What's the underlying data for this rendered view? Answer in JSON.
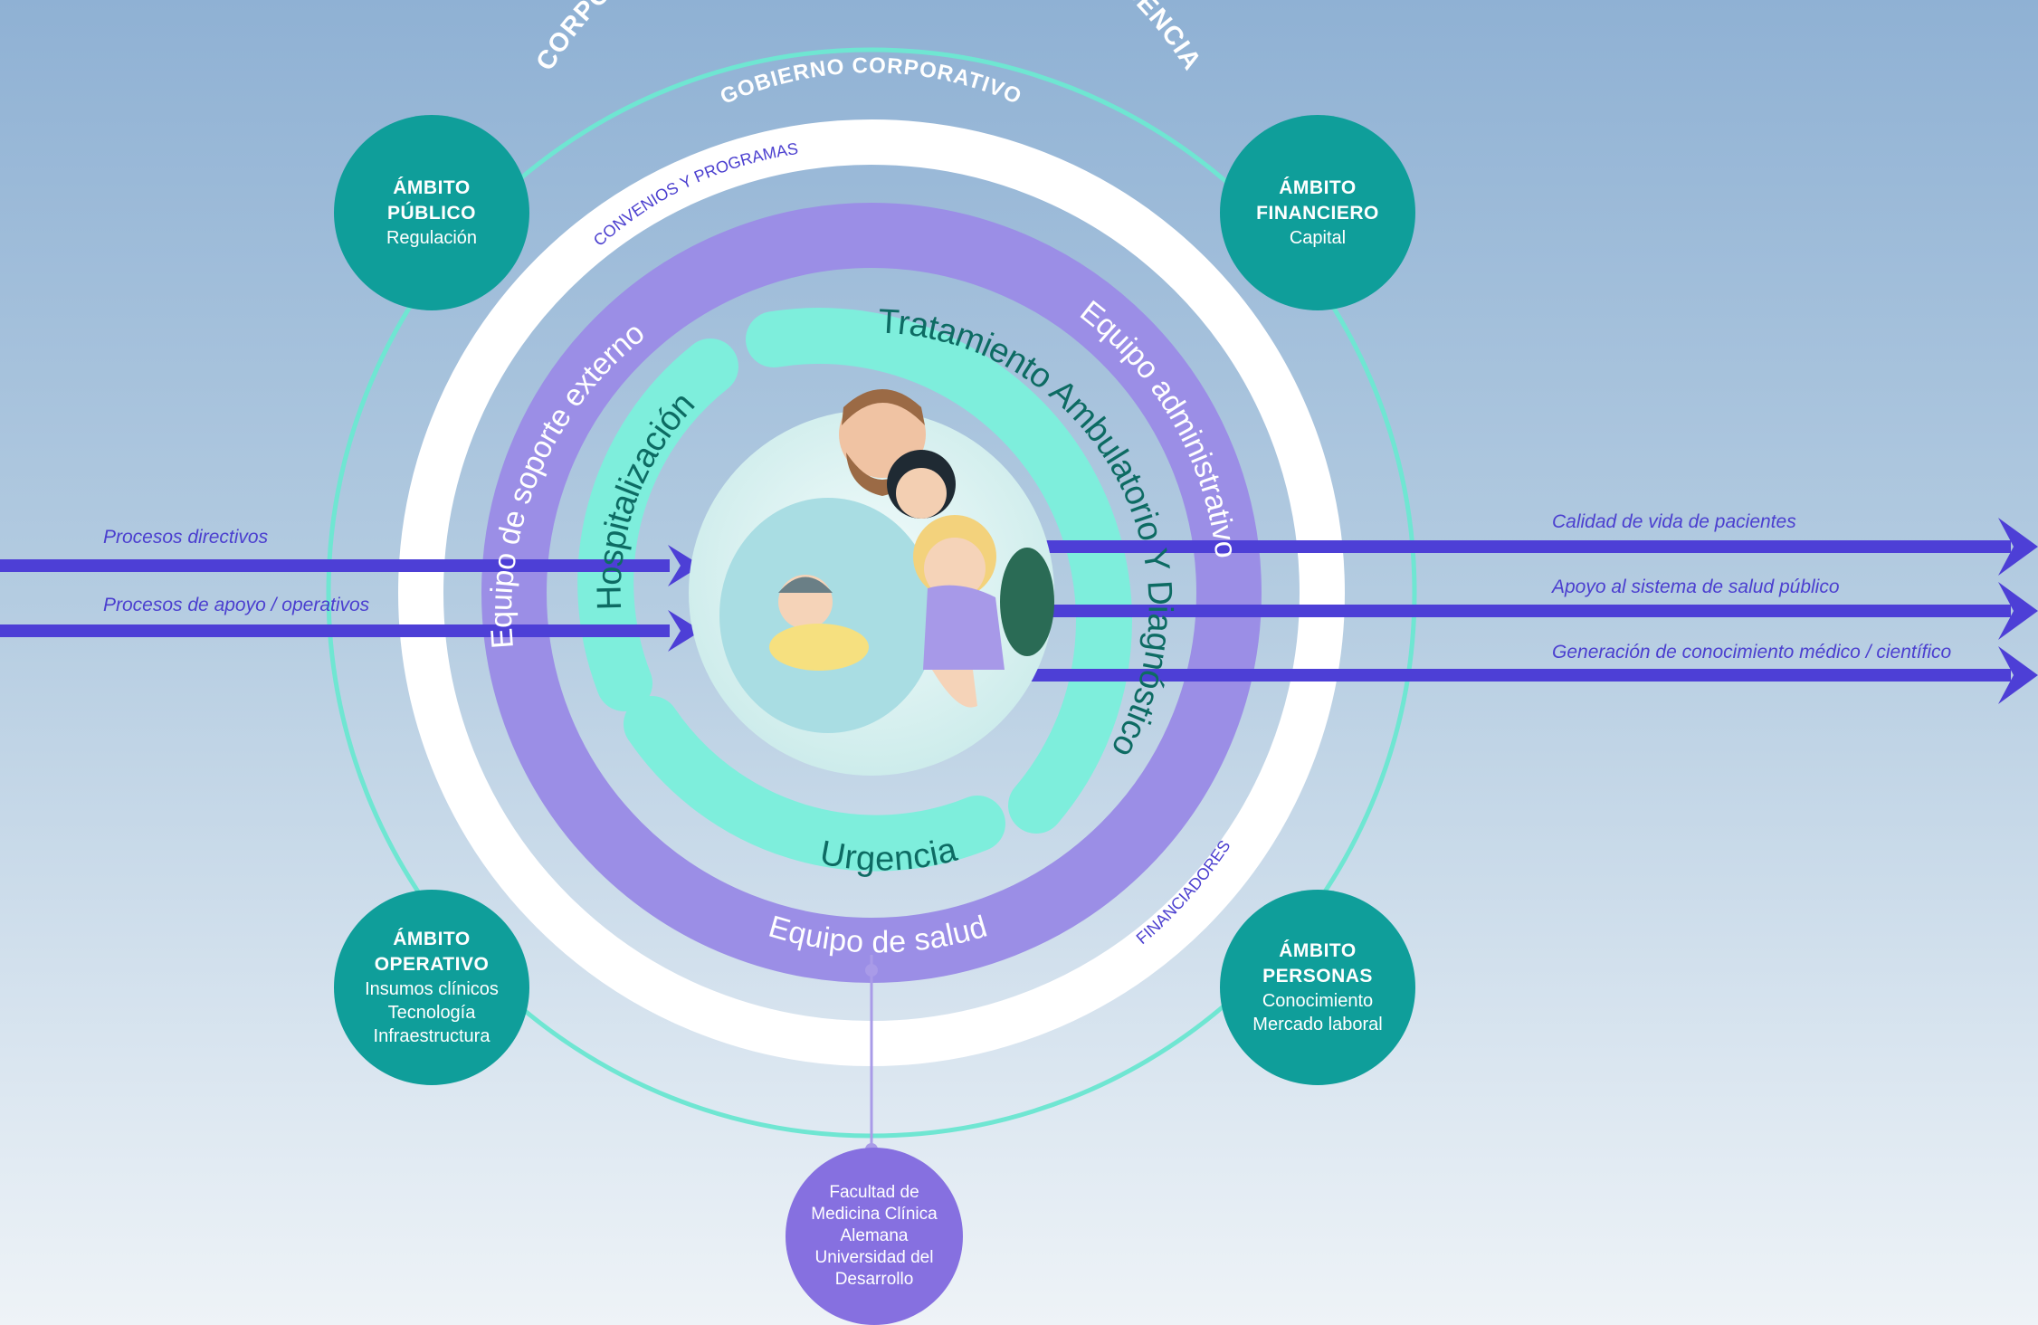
{
  "outer_arc_title": "CORPORACIÓN CHILENO -  ALEMANA DE BENEFICENCIA",
  "governance_label": "GOBIERNO CORPORATIVO",
  "white_ring_top_label": "CONVENIOS Y PROGRAMAS",
  "white_ring_bottom_label": "FINANCIADORES",
  "purple_ring_labels": {
    "left": "Equipo de soporte externo",
    "right": "Equipo administrativo",
    "bottom": "Equipo de salud"
  },
  "teal_segments": {
    "left": "Hospitalización",
    "right": "Tratamiento Ambulatorio Y Diagnóstico",
    "bottom": "Urgencia"
  },
  "ambitos": {
    "publico": {
      "title_1": "ÁMBITO",
      "title_2": "PÚBLICO",
      "line_1": "Regulación"
    },
    "financiero": {
      "title_1": "ÁMBITO",
      "title_2": "FINANCIERO",
      "line_1": "Capital"
    },
    "operativo": {
      "title_1": "ÁMBITO",
      "title_2": "OPERATIVO",
      "line_1": "Insumos clínicos",
      "line_2": "Tecnología",
      "line_3": "Infraestructura"
    },
    "personas": {
      "title_1": "ÁMBITO",
      "title_2": "PERSONAS",
      "line_1": "Conocimiento",
      "line_2": "Mercado laboral"
    }
  },
  "inputs": [
    "Procesos directivos",
    "Procesos de apoyo / operativos"
  ],
  "outputs": [
    "Calidad de vida de pacientes",
    "Apoyo al sistema de salud público",
    "Generación de conocimiento médico / científico"
  ],
  "facultad": {
    "line_1": "Facultad de",
    "line_2": "Medicina Clínica",
    "line_3": "Alemana",
    "line_4": "Universidad del",
    "line_5": "Desarrollo"
  },
  "colors": {
    "teal_dark": "#0f9e9a",
    "teal_light": "#7eeedc",
    "mint_line": "#6fe6d2",
    "purple_ring": "#9b8ee6",
    "purple_arrow": "#4d3fd6",
    "facultad": "#8670e0",
    "white_ring": "#ffffff"
  }
}
